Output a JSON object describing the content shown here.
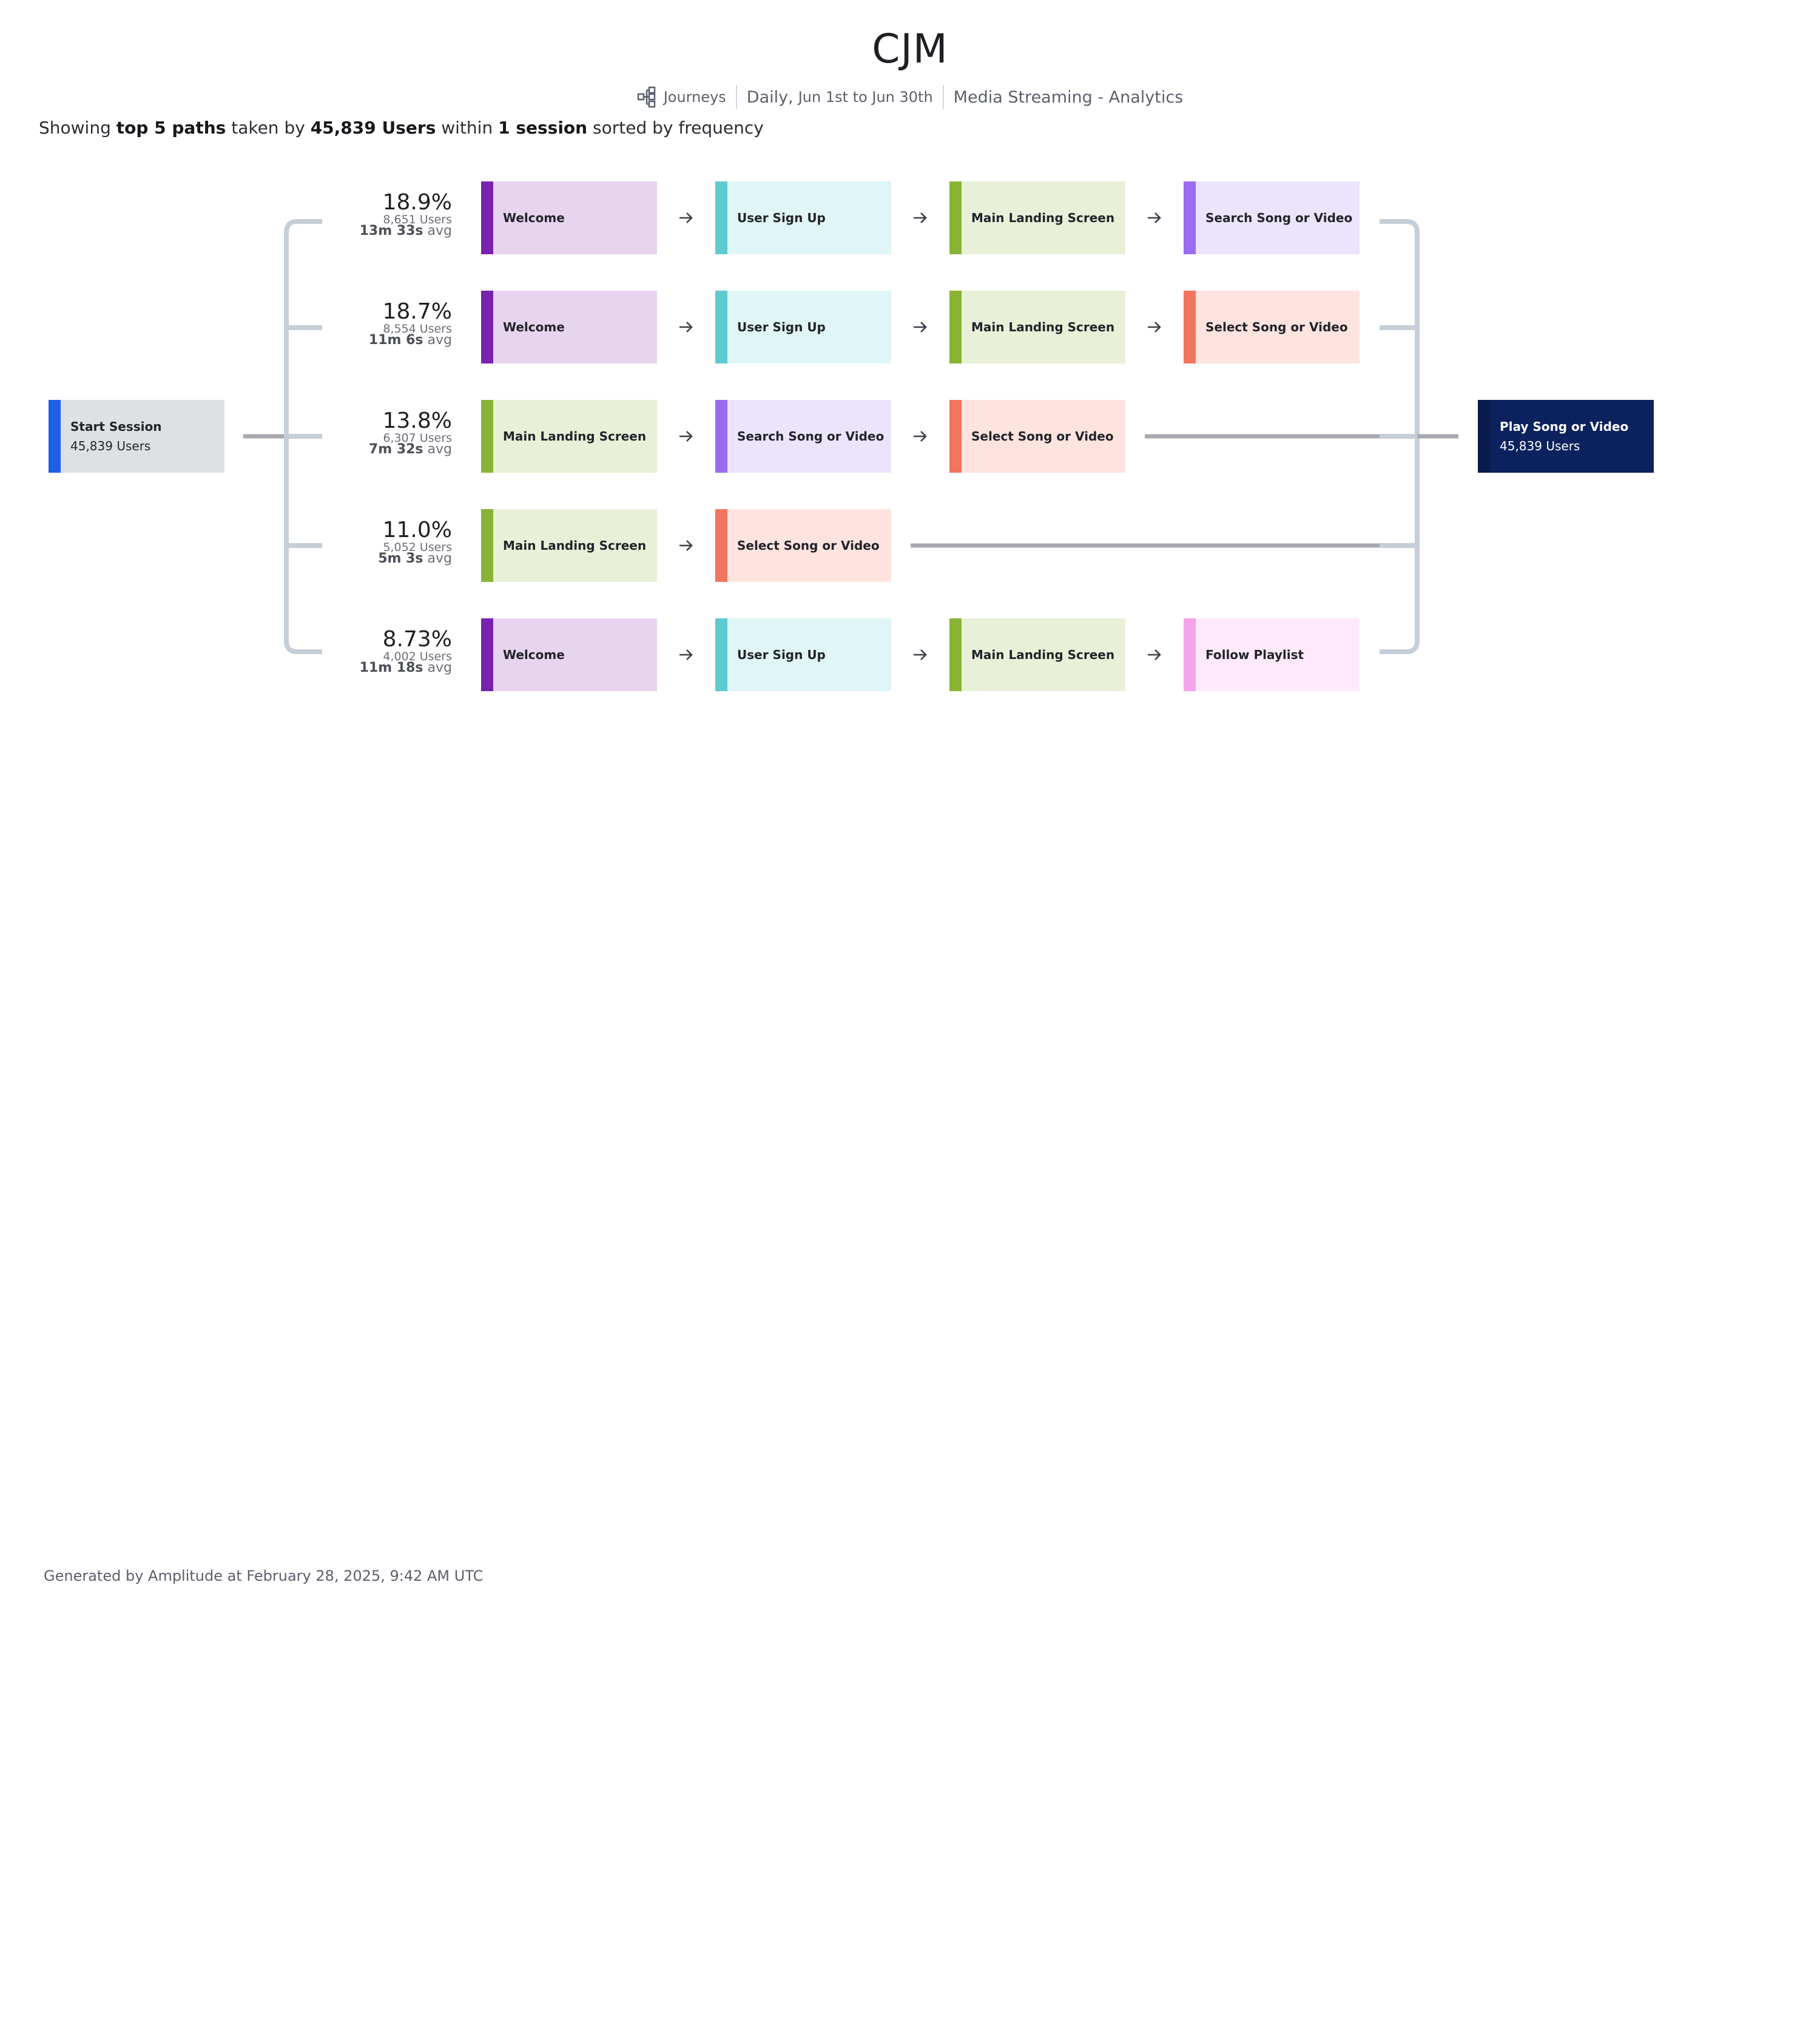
{
  "header": {
    "title": "CJM",
    "chart_type": "Journeys",
    "date_granularity": "Daily,",
    "date_range": "Jun 1st to Jun 30th",
    "project": "Media Streaming - Analytics"
  },
  "summary": {
    "prefix": "Showing ",
    "paths": "top 5 paths",
    "mid1": " taken by ",
    "users": "45,839 Users",
    "mid2": " within ",
    "session": "1 session",
    "suffix": " sorted by frequency"
  },
  "start_node": {
    "label": "Start Session",
    "users": "45,839 Users",
    "color": "#1f5ee8",
    "bg": "#dfe0e3"
  },
  "end_node": {
    "label": "Play Song or Video",
    "users": "45,839 Users",
    "color": "#0a1a4a",
    "bg": "#0b225e"
  },
  "colors": {
    "Welcome": {
      "bar": "#7a22b0",
      "bg": "#e7d4ee"
    },
    "User Sign Up": {
      "bar": "#5ecbd0",
      "bg": "#e0f5f5"
    },
    "Main Landing Screen": {
      "bar": "#89b335",
      "bg": "#e8f1d8"
    },
    "Search Song or Video": {
      "bar": "#9b6cf0",
      "bg": "#ece4fc"
    },
    "Select Song or Video": {
      "bar": "#f27560",
      "bg": "#fee3df"
    },
    "Follow Playlist": {
      "bar": "#f4a4e8",
      "bg": "#fde9fa"
    }
  },
  "paths": [
    {
      "pct": "18.9%",
      "users": "8,651 Users",
      "avg_value": "13m 33s",
      "avg_label": " avg",
      "steps": [
        "Welcome",
        "User Sign Up",
        "Main Landing Screen",
        "Search Song or Video"
      ]
    },
    {
      "pct": "18.7%",
      "users": "8,554 Users",
      "avg_value": "11m 6s",
      "avg_label": " avg",
      "steps": [
        "Welcome",
        "User Sign Up",
        "Main Landing Screen",
        "Select Song or Video"
      ]
    },
    {
      "pct": "13.8%",
      "users": "6,307 Users",
      "avg_value": "7m 32s",
      "avg_label": " avg",
      "steps": [
        "Main Landing Screen",
        "Search Song or Video",
        "Select Song or Video"
      ]
    },
    {
      "pct": "11.0%",
      "users": "5,052 Users",
      "avg_value": "5m 3s",
      "avg_label": " avg",
      "steps": [
        "Main Landing Screen",
        "Select Song or Video"
      ]
    },
    {
      "pct": "8.73%",
      "users": "4,002 Users",
      "avg_value": "11m 18s",
      "avg_label": " avg",
      "steps": [
        "Welcome",
        "User Sign Up",
        "Main Landing Screen",
        "Follow Playlist"
      ]
    }
  ],
  "footer": "Generated by Amplitude at February 28, 2025, 9:42 AM UTC"
}
